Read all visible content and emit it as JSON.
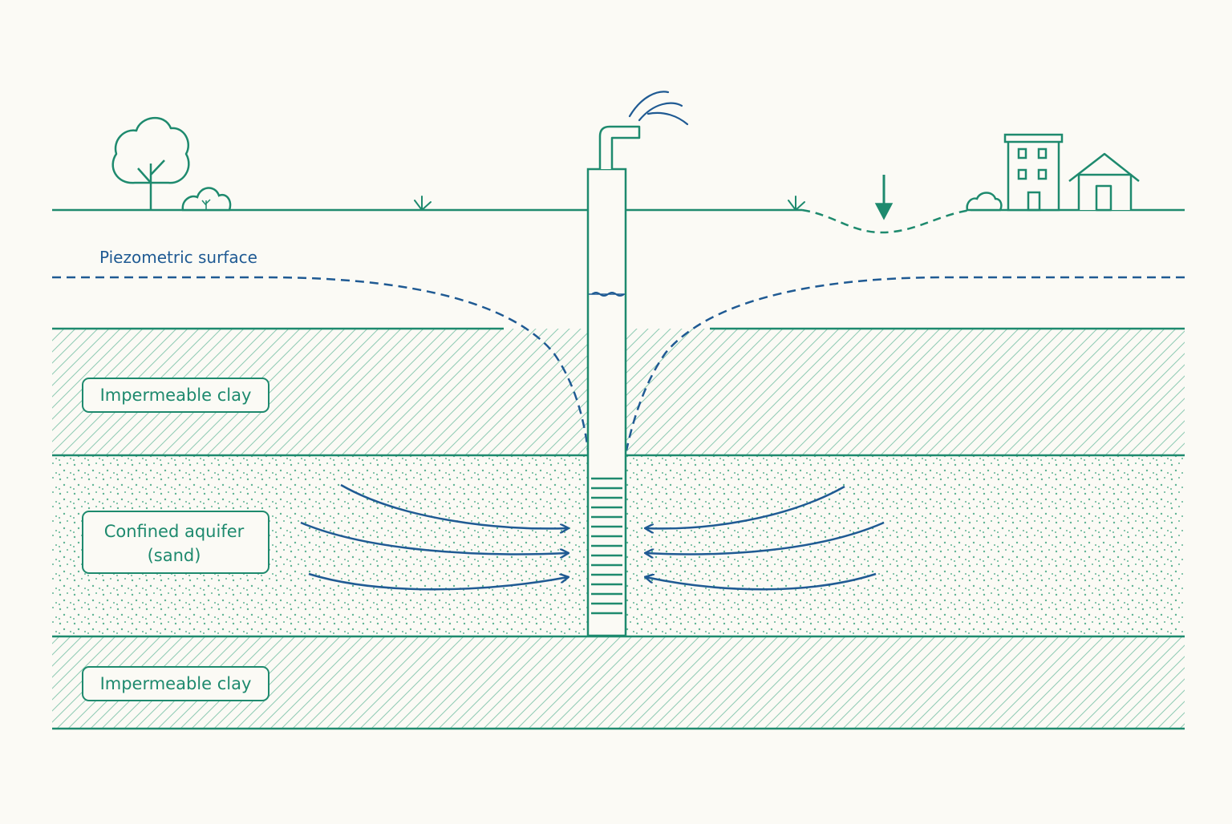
{
  "labels": {
    "piezometric_surface": "Piezometric surface",
    "upper_clay": "Impermeable clay",
    "aquifer_line1": "Confined aquifer",
    "aquifer_line2": "(sand)",
    "lower_clay": "Impermeable clay"
  },
  "colors": {
    "background": "#fbfaf5",
    "green": "#1e8a6e",
    "blue": "#1f5a93",
    "hatch": "#8fcab3",
    "dots": "#5fb394"
  },
  "icons": [
    "tree-icon",
    "bush-icon",
    "grass-icon",
    "subsidence-arrow-icon",
    "apartment-building-icon",
    "house-icon",
    "water-spout-icon"
  ]
}
